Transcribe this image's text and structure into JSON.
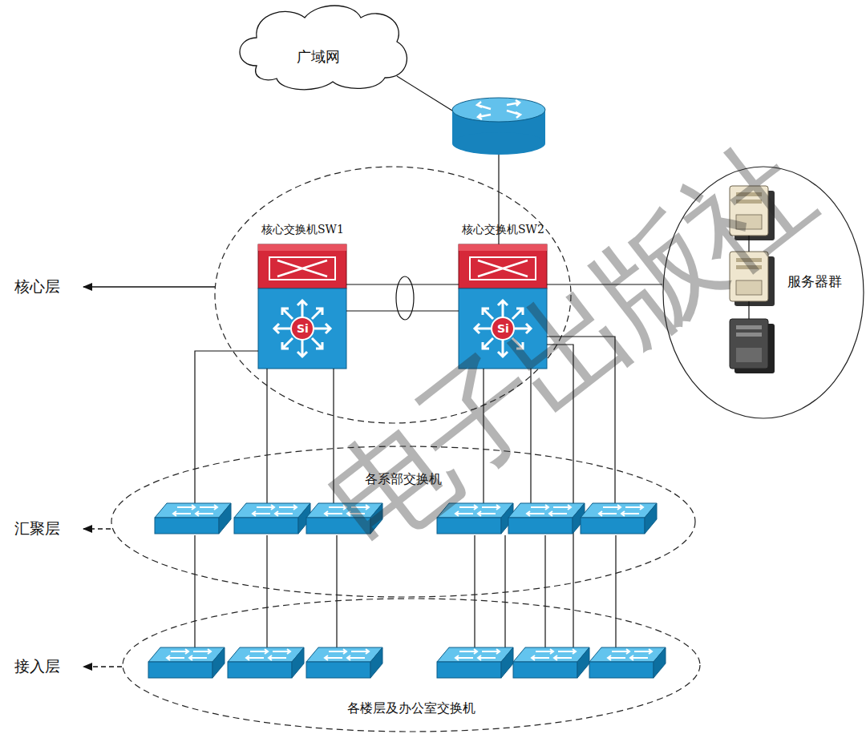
{
  "diagram": {
    "nodes": [
      {
        "text": [
          "广域网"
        ]
      },
      {
        "text": [
          "核心交换机SW1"
        ]
      },
      {
        "text": [
          "核心交换机SW2"
        ]
      },
      {
        "text": [
          "服务器群"
        ]
      },
      {
        "text": [
          "各系部交换机"
        ]
      },
      {
        "text": [
          "各楼层及办公室交换机"
        ]
      }
    ],
    "edges": [
      {
        "from": 1,
        "to": 2,
        "arrow": "none"
      },
      {
        "from": 2,
        "to": 3,
        "arrow": "none"
      }
    ],
    "labels": [
      "核心层",
      "汇聚层",
      "接入层",
      "Si",
      "Si",
      "电子出版社"
    ]
  }
}
